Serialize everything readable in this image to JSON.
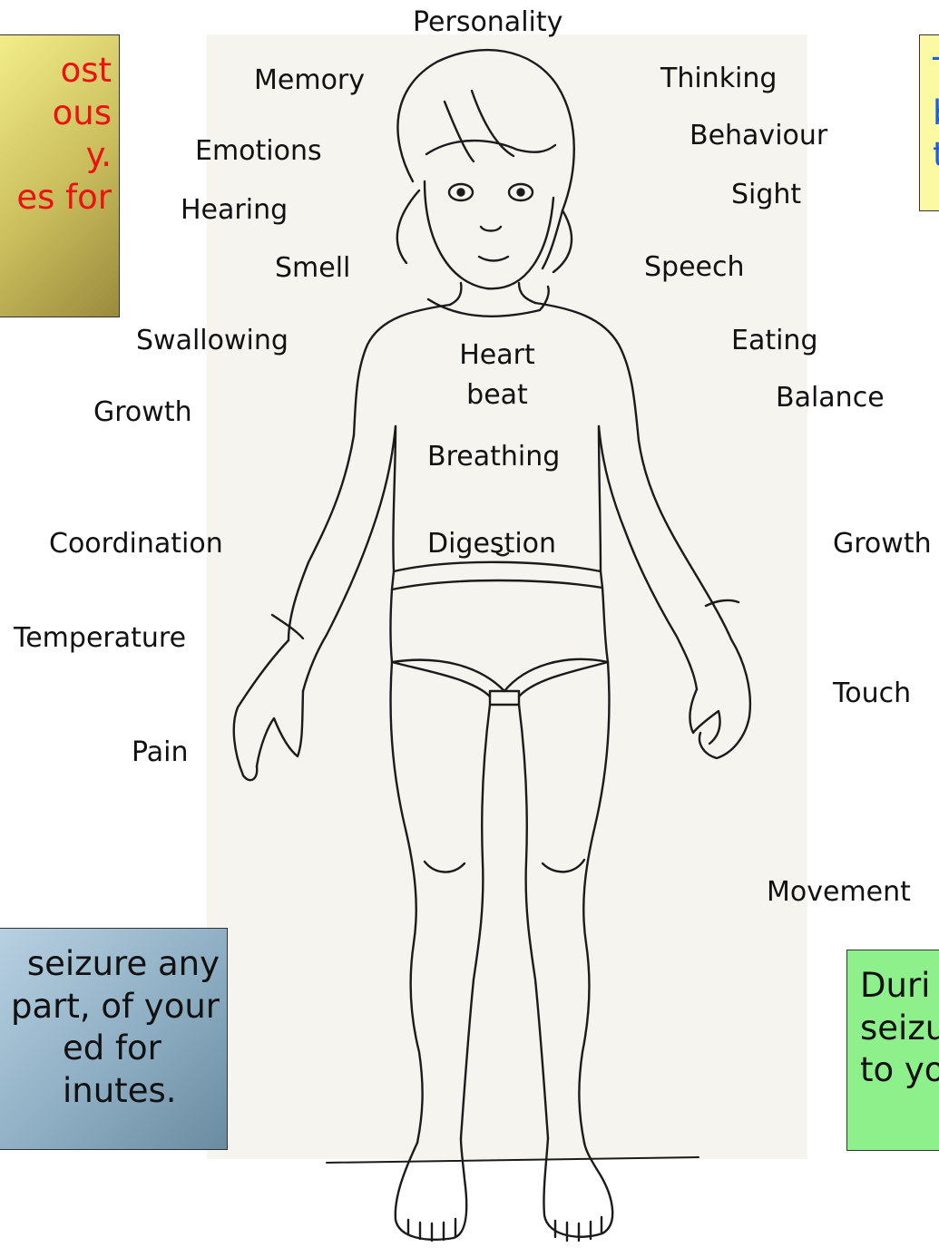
{
  "labels": {
    "personality": "Personality",
    "memory": "Memory",
    "thinking": "Thinking",
    "emotions": "Emotions",
    "behaviour": "Behaviour",
    "hearing": "Hearing",
    "sight": "Sight",
    "smell": "Smell",
    "speech": "Speech",
    "swallowing": "Swallowing",
    "eating": "Eating",
    "heart": "Heart",
    "beat": "beat",
    "balance": "Balance",
    "growth_left": "Growth",
    "breathing": "Breathing",
    "coordination": "Coordination",
    "digestion": "Digestion",
    "growth_right": "Growth",
    "temperature": "Temperature",
    "touch": "Touch",
    "pain": "Pain",
    "movement": "Movement"
  },
  "callouts": {
    "red": {
      "line1": "ost",
      "line2": "ous",
      "line3": "y.",
      "line4": "es for",
      "color": "#ee1111"
    },
    "blue": {
      "line1": "T",
      "line2": "b",
      "line3": "t",
      "color": "#1f5fd6"
    },
    "steel": {
      "line1": "seizure any",
      "line2": "part, of your",
      "line3": "ed for",
      "line4": "inutes."
    },
    "green": {
      "line1": "Duri",
      "line2": "seizu",
      "line3": "to yo"
    }
  }
}
